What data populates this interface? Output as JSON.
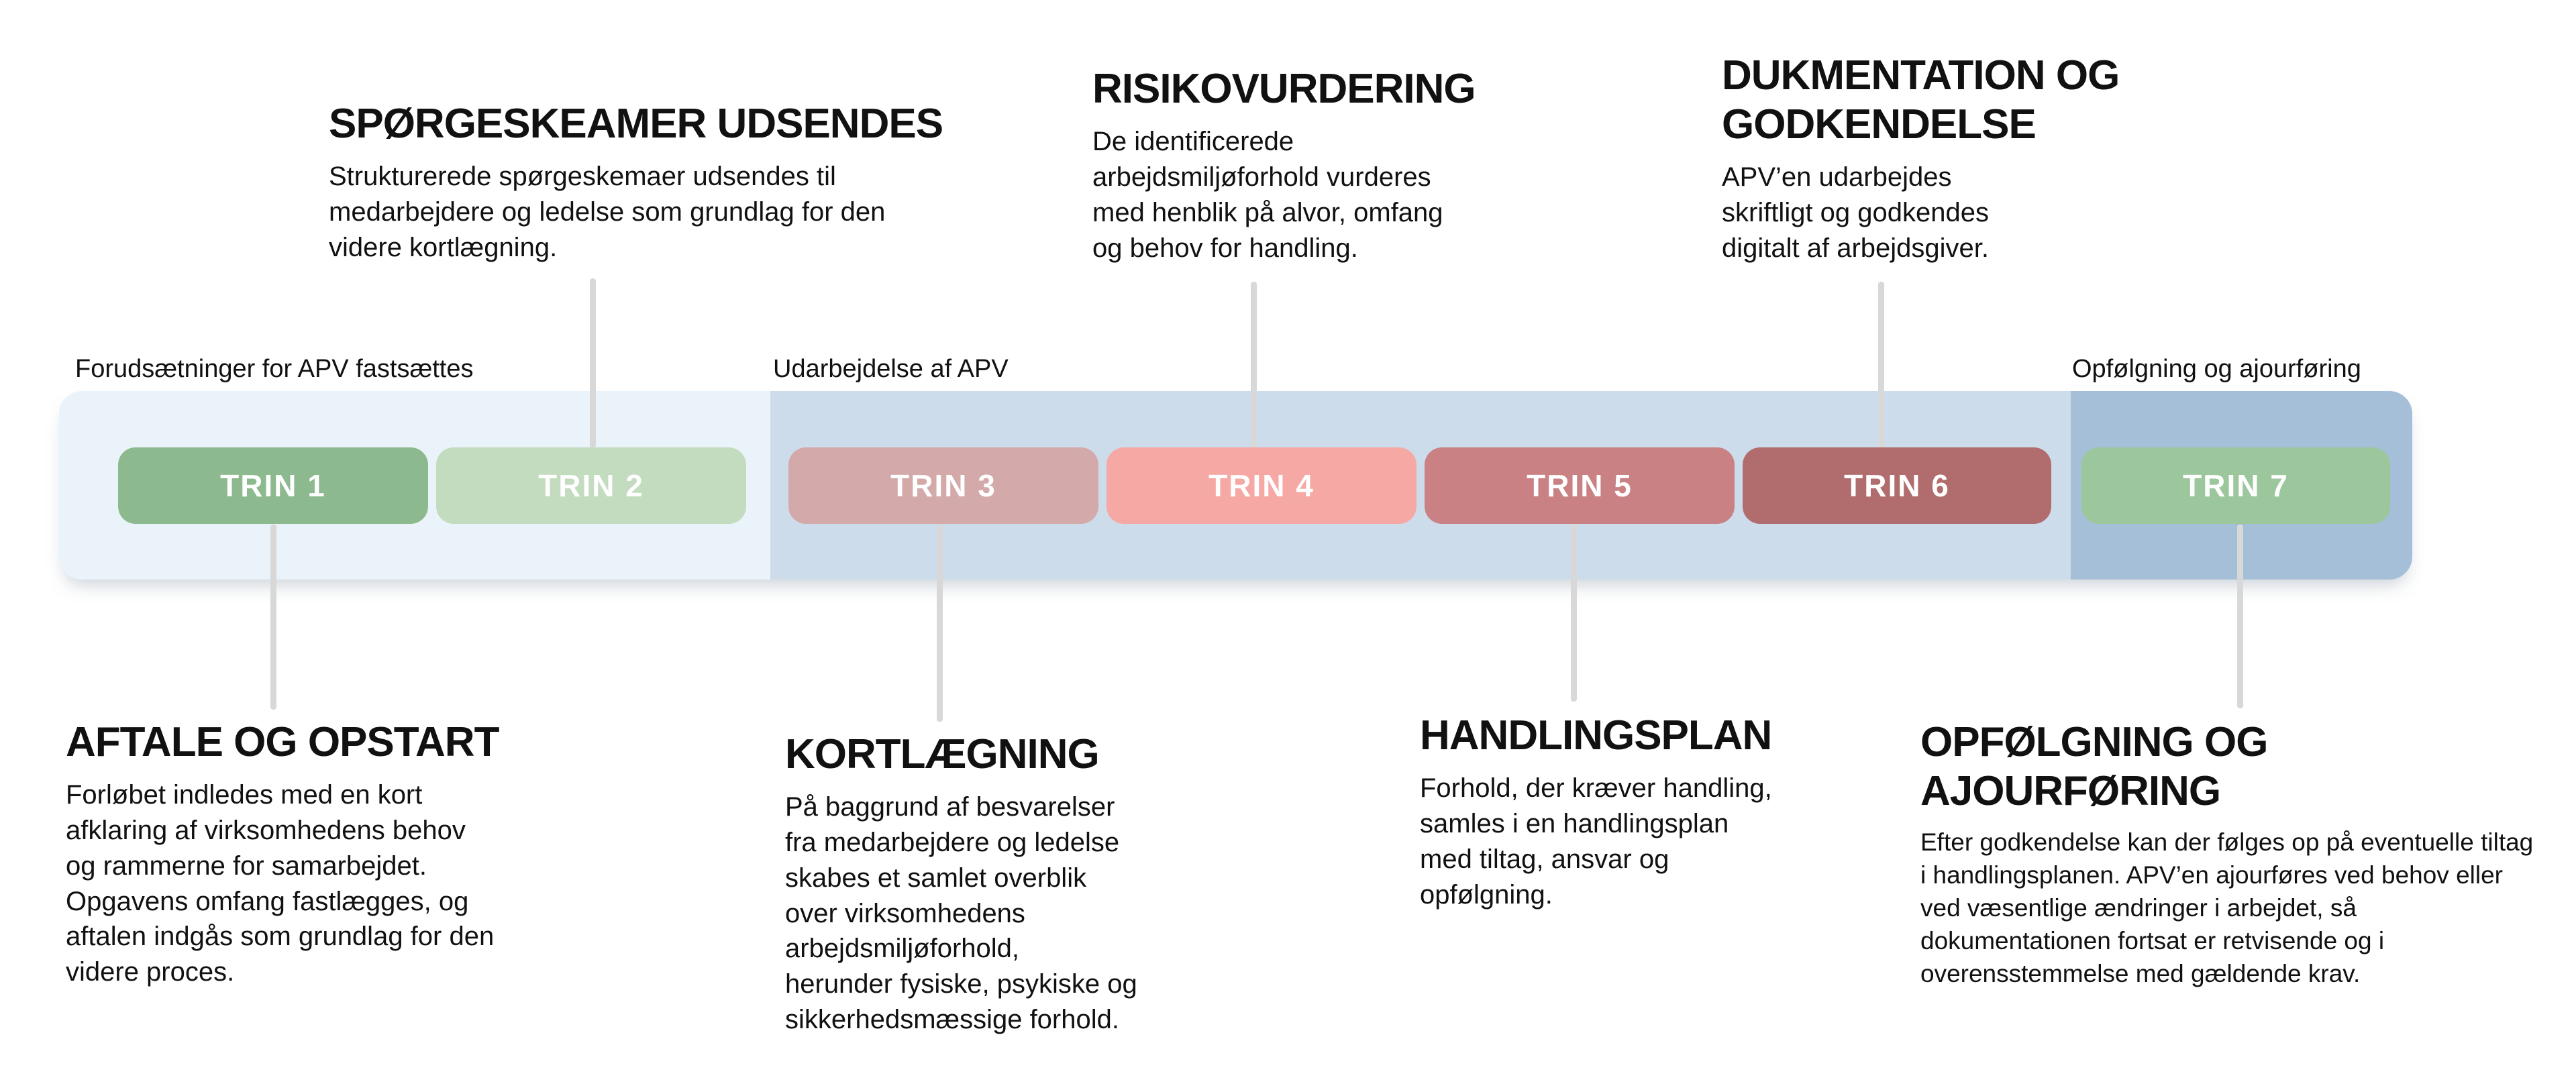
{
  "colors": {
    "background": "#FFFFFF",
    "connector": "#D8D8D8",
    "text": "#111111",
    "step_text": "#FFFFFF"
  },
  "phases": [
    {
      "label": "Forudsætninger for APV fastsættes",
      "band_color": "#EAF2FA"
    },
    {
      "label": "Udarbejdelse af APV",
      "band_color": "#CDDCEB"
    },
    {
      "label": "Opfølgning og ajourføring",
      "band_color": "#A6BFD9"
    }
  ],
  "steps": [
    {
      "label": "TRIN 1",
      "color": "#8CBA8E"
    },
    {
      "label": "TRIN 2",
      "color": "#C3DCBF"
    },
    {
      "label": "TRIN 3",
      "color": "#D4A9A9"
    },
    {
      "label": "TRIN 4",
      "color": "#F6A8A4"
    },
    {
      "label": "TRIN 5",
      "color": "#CA8184"
    },
    {
      "label": "TRIN 6",
      "color": "#B16D6D"
    },
    {
      "label": "TRIN 7",
      "color": "#9CC69B"
    }
  ],
  "top_notes": [
    {
      "title": "SPØRGESKEAMER UDSENDES",
      "body": "Strukturerede spørgeskemaer udsendes til\nmedarbejdere og ledelse som grundlag for den\nvidere kortlægning."
    },
    {
      "title": "RISIKOVURDERING",
      "body": "De identificerede\narbejdsmiljøforhold vurderes\nmed henblik på alvor, omfang\nog behov for handling."
    },
    {
      "title": "DUKMENTATION OG\nGODKENDELSE",
      "body": "APV’en udarbejdes\nskriftligt og godkendes\ndigitalt af arbejdsgiver."
    }
  ],
  "bottom_notes": [
    {
      "title": "AFTALE OG OPSTART",
      "body": "Forløbet indledes med en kort\nafklaring af virksomhedens behov\nog rammerne for samarbejdet.\nOpgavens omfang fastlægges, og\naftalen indgås som grundlag for den\nvidere proces."
    },
    {
      "title": "KORTLÆGNING",
      "body": "På baggrund af besvarelser\nfra medarbejdere og ledelse\nskabes et samlet overblik\nover virksomhedens\narbejdsmiljøforhold,\nherunder fysiske, psykiske og\nsikkerhedsmæssige forhold."
    },
    {
      "title": "HANDLINGSPLAN",
      "body": "Forhold, der kræver handling,\nsamles i en handlingsplan\nmed tiltag, ansvar og\nopfølgning."
    },
    {
      "title": "OPFØLGNING OG AJOURFØRING",
      "body": "Efter godkendelse kan der følges op på eventuelle tiltag\ni handlingsplanen. APV’en ajourføres ved behov eller\nved væsentlige ændringer i arbejdet, så\ndokumentationen fortsat er retvisende og i\noverensstemmelse med gældende krav."
    }
  ]
}
